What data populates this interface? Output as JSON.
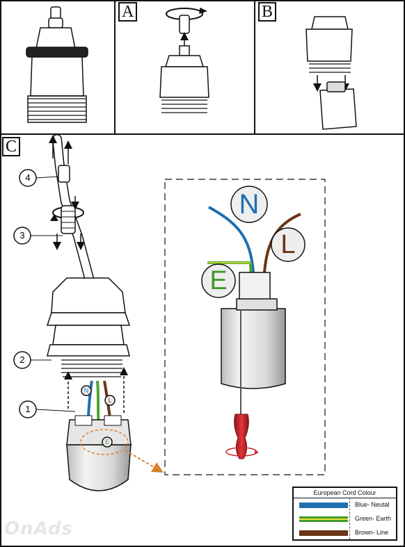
{
  "panels": {
    "a": {
      "label": "A"
    },
    "b": {
      "label": "B"
    },
    "c": {
      "label": "C"
    }
  },
  "callouts": [
    "1",
    "2",
    "3",
    "4"
  ],
  "wire_badges": {
    "neutral": "N",
    "line": "L",
    "earth": "E"
  },
  "legend": {
    "title": "European Cord Colour",
    "rows": [
      {
        "label": "Blue- Neutal",
        "color": "#1f6fb0"
      },
      {
        "label": "Green- Earth",
        "color": "#3f9a2a",
        "stripe": "#e8e33a"
      },
      {
        "label": "Brown- Line",
        "color": "#6a3518"
      }
    ]
  },
  "colors": {
    "neutral_wire": "#1f6fb0",
    "earth_wire": "#4aa52f",
    "earth_stripe": "#e8e33a",
    "line_wire": "#6a3518",
    "arrow_orange": "#d9822b",
    "screwdriver_red": "#c8252b"
  },
  "watermark": "OnAds"
}
